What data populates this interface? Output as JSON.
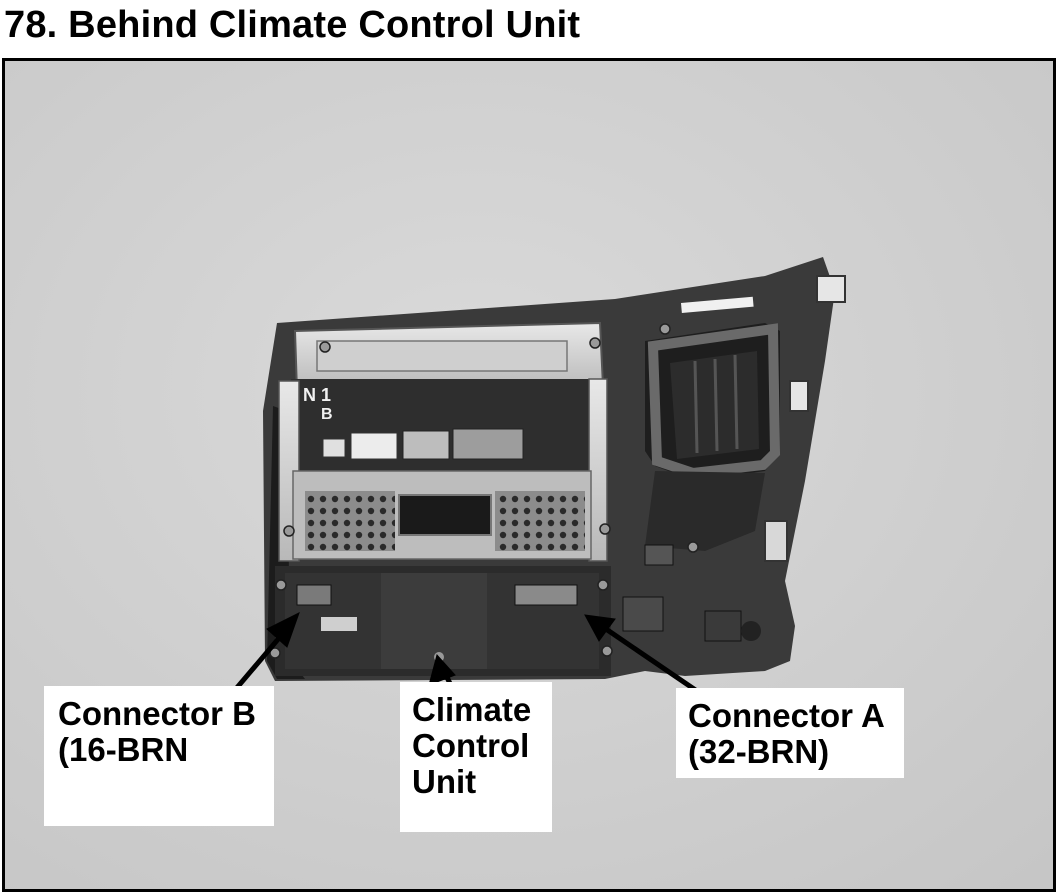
{
  "page": {
    "title": "78. Behind Climate Control Unit"
  },
  "photo": {
    "unit_marking_line1": "N 1",
    "unit_marking_line2": "B"
  },
  "callouts": [
    {
      "id": "connector-b",
      "text": "Connector B\n(16-BRN"
    },
    {
      "id": "climate-control-unit",
      "text": "Climate\nControl\nUnit"
    },
    {
      "id": "connector-a",
      "text": "Connector A\n(32-BRN)"
    }
  ]
}
